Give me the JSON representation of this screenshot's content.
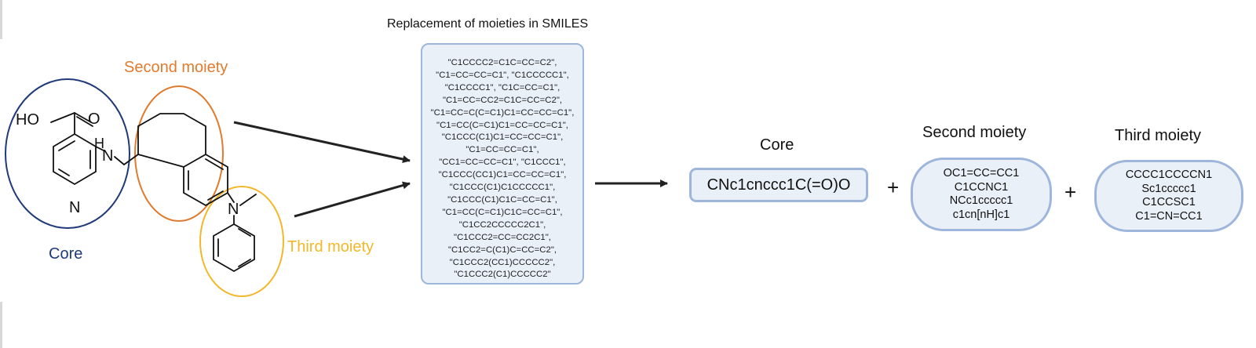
{
  "molecule": {
    "core_label": "Core",
    "second_label": "Second moiety",
    "third_label": "Third moiety",
    "acid_group": "HO",
    "carbonyl_o": "O",
    "amine_n": "N",
    "amine_h": "H",
    "pyridine_n": "N",
    "aniline_n": "N"
  },
  "replacement": {
    "title": "Replacement of moieties in SMILES",
    "smiles": [
      "\"C1CCCC2=C1C=CC=C2\",",
      "\"C1=CC=CC=C1\", \"C1CCCCC1\",",
      "\"C1CCCC1\", \"C1C=CC=C1\",",
      "\"C1=CC=CC2=C1C=CC=C2\",",
      "\"C1=CC=C(C=C1)C1=CC=CC=C1\",",
      "\"C1=CC(C=C1)C1=CC=CC=C1\",",
      "\"C1CCC(C1)C1=CC=CC=C1\",",
      "\"C1=CC=CC=C1\",",
      "\"CC1=CC=CC=C1\", \"C1CCC1\",",
      "\"C1CCC(CC1)C1=CC=CC=C1\",",
      "\"C1CCC(C1)C1CCCCC1\",",
      "\"C1CCC(C1)C1C=CC=C1\",",
      "\"C1=CC(C=C1)C1C=CC=C1\",",
      "\"C1CC2CCCCC2C1\",",
      "\"C1CCC2=CC=CC2C1\",",
      "\"C1CC2=C(C1)C=CC=C2\",",
      "\"C1CCC2(CC1)CCCCC2\",",
      "\"C1CCC2(C1)CCCCC2\""
    ]
  },
  "result": {
    "core_title": "Core",
    "core_smiles": "CNc1cnccc1C(=O)O",
    "plus_1": "+",
    "plus_2": "+",
    "second_title": "Second moiety",
    "second_smiles": [
      "OC1=CC=CC1",
      "C1CCNC1",
      "NCc1ccccc1",
      "c1cn[nH]c1"
    ],
    "third_title": "Third moiety",
    "third_smiles": [
      "CCCC1CCCCN1",
      "Sc1ccccc1",
      "C1CCSC1",
      "C1=CN=CC1"
    ]
  },
  "colors": {
    "core": "#1f3a78",
    "second": "#e07b2e",
    "third": "#f2b82a",
    "box_fill": "#eaf0f8",
    "box_border": "#9fb6dc",
    "bond": "#111111",
    "arrow": "#222222"
  }
}
